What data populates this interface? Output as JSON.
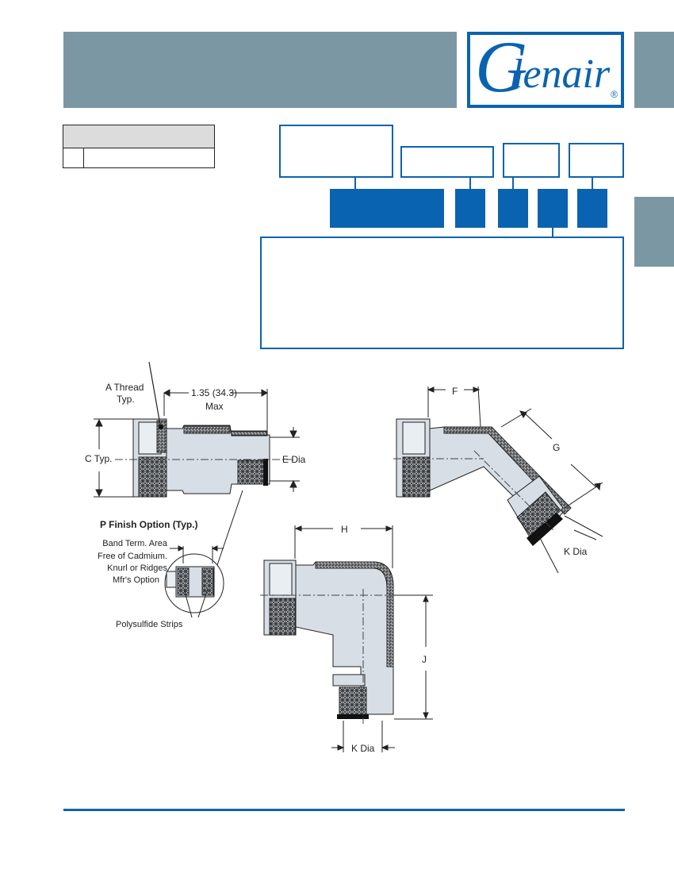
{
  "brand": {
    "logo_initial": "G",
    "logo_rest": "lenair",
    "logo_mark": "®"
  },
  "drawing": {
    "labels": {
      "a_thread": [
        "A Thread",
        "Typ."
      ],
      "length_dim": [
        "1.35 (34.3)",
        "Max"
      ],
      "c_typ": "C Typ.",
      "e_dia": "E Dia",
      "p_finish_title": "P Finish Option (Typ.)",
      "band_note": [
        "Band Term. Area",
        "Free of Cadmium.",
        "Knurl or Ridges",
        "Mfr's Option"
      ],
      "polysulfide": "Polysulfide Strips",
      "f": "F",
      "g": "G",
      "h": "H",
      "j": "J",
      "k_dia": "K Dia"
    }
  }
}
